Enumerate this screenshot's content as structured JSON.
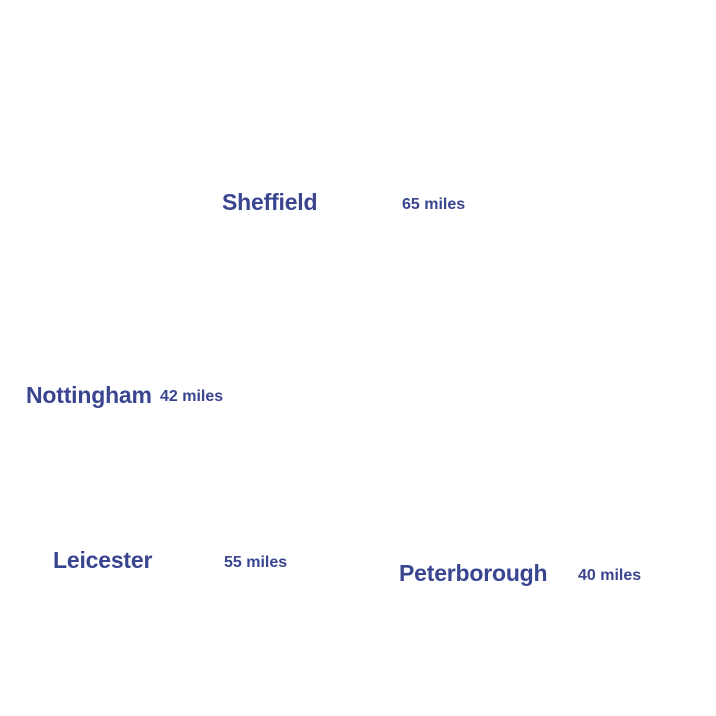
{
  "accent_color": "#3a4590",
  "places": [
    {
      "city": "Sheffield",
      "distance": "65 miles"
    },
    {
      "city": "Nottingham",
      "distance": "42 miles"
    },
    {
      "city": "Leicester",
      "distance": "55 miles"
    },
    {
      "city": "Peterborough",
      "distance": "40 miles"
    }
  ]
}
